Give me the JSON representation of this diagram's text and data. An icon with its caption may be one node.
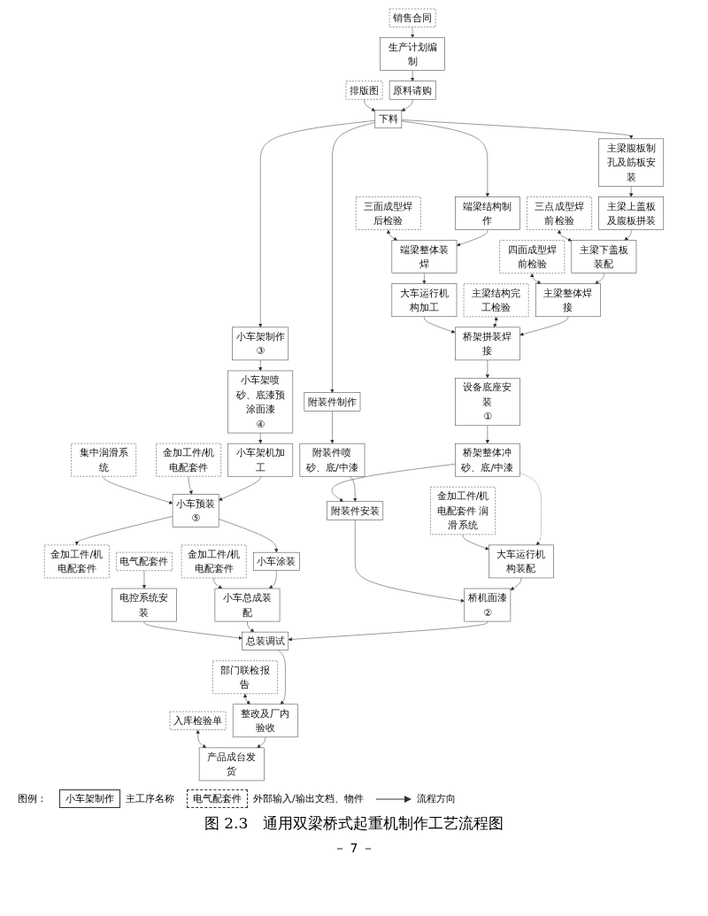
{
  "diagram": {
    "caption": "图 2.3　通用双梁桥式起重机制作工艺流程图",
    "nodes": [
      {
        "text": [
          "销售合同"
        ]
      },
      {
        "text": [
          "生产计划编制"
        ]
      },
      {
        "text": [
          "原料请购"
        ]
      },
      {
        "text": [
          "排版图"
        ]
      },
      {
        "text": [
          "下料"
        ]
      },
      {
        "text": [
          "主梁腹板制孔及筋板安装"
        ]
      },
      {
        "text": [
          "主梁上盖板及腹板拼装"
        ]
      },
      {
        "text": [
          "端梁结构制作"
        ]
      },
      {
        "text": [
          "三点成型焊前检验"
        ]
      },
      {
        "text": [
          "主梁下盖板装配"
        ]
      },
      {
        "text": [
          "三面成型焊后检验"
        ]
      },
      {
        "text": [
          "端梁整体装焊"
        ]
      },
      {
        "text": [
          "小车架制作",
          "③"
        ]
      },
      {
        "text": [
          "四面成型焊前检验"
        ]
      },
      {
        "text": [
          "主梁整体焊接"
        ]
      },
      {
        "text": [
          "大车运行机构加工"
        ]
      },
      {
        "text": [
          "小车架喷砂、底漆预涂面漆",
          "④"
        ]
      },
      {
        "text": [
          "主梁结构完工检验"
        ]
      },
      {
        "text": [
          "小车架机加工"
        ]
      },
      {
        "text": [
          "桥架拼装焊接"
        ]
      },
      {
        "text": [
          "金加工件/机电配套件"
        ]
      },
      {
        "text": [
          "集中润滑系统"
        ]
      },
      {
        "text": [
          "小车预装",
          "⑤"
        ]
      },
      {
        "text": [
          "附装件制作"
        ]
      },
      {
        "text": [
          "设备底座安装",
          "①"
        ]
      },
      {
        "text": [
          "金加工件/机电配套件 润滑系统"
        ]
      },
      {
        "text": [
          "金加工件/机电配套件"
        ]
      },
      {
        "text": [
          "小车涂装"
        ]
      },
      {
        "text": [
          "附装件喷砂、底/中漆"
        ]
      },
      {
        "text": [
          "桥架整体冲砂、底/中漆"
        ]
      },
      {
        "text": [
          "大车运行机构装配"
        ]
      },
      {
        "text": [
          "金加工件/机电配套件"
        ]
      },
      {
        "text": [
          "小车总成装配"
        ]
      },
      {
        "text": [
          "附装件安装"
        ]
      },
      {
        "text": [
          "电气配套件"
        ]
      },
      {
        "text": [
          "桥机面漆",
          "②"
        ]
      },
      {
        "text": [
          "电控系统安装"
        ]
      },
      {
        "text": [
          "总装调试"
        ]
      },
      {
        "text": [
          "部门联检报告"
        ]
      },
      {
        "text": [
          "整改及厂内验收"
        ]
      },
      {
        "text": [
          "入库检验单"
        ]
      },
      {
        "text": [
          "产品成台发货"
        ]
      }
    ],
    "edges": [
      {
        "from": 0,
        "to": 1,
        "arrow": "to"
      },
      {
        "from": 1,
        "to": 2,
        "arrow": "to"
      },
      {
        "from": 2,
        "to": 4,
        "arrow": "to"
      },
      {
        "from": 3,
        "to": 4,
        "arrow": "to"
      },
      {
        "from": 4,
        "to": 12,
        "arrow": "to"
      },
      {
        "from": 4,
        "to": 23,
        "arrow": "to"
      },
      {
        "from": 4,
        "to": 5,
        "arrow": "to"
      },
      {
        "from": 4,
        "to": 7,
        "arrow": "to"
      },
      {
        "from": 5,
        "to": 6,
        "arrow": "to"
      },
      {
        "from": 6,
        "to": 9,
        "arrow": "to"
      },
      {
        "from": 8,
        "to": 9,
        "arrow": "both"
      },
      {
        "from": 9,
        "to": 14,
        "arrow": "to"
      },
      {
        "from": 13,
        "to": 14,
        "arrow": "both"
      },
      {
        "from": 14,
        "to": 19,
        "arrow": "to"
      },
      {
        "from": 17,
        "to": 19,
        "arrow": "both"
      },
      {
        "from": 7,
        "to": 11,
        "arrow": "to"
      },
      {
        "from": 10,
        "to": 11,
        "arrow": "both"
      },
      {
        "from": 11,
        "to": 15,
        "arrow": "to"
      },
      {
        "from": 15,
        "to": 19,
        "arrow": "to"
      },
      {
        "from": 12,
        "to": 16,
        "arrow": "to"
      },
      {
        "from": 16,
        "to": 18,
        "arrow": "to"
      },
      {
        "from": 18,
        "to": 22,
        "arrow": "to"
      },
      {
        "from": 20,
        "to": 22,
        "arrow": "to"
      },
      {
        "from": 21,
        "to": 22,
        "arrow": "to"
      },
      {
        "from": 22,
        "to": 26,
        "arrow": "to"
      },
      {
        "from": 22,
        "to": 27,
        "arrow": "to"
      },
      {
        "from": 27,
        "to": 32,
        "arrow": "to"
      },
      {
        "from": 31,
        "to": 32,
        "arrow": "to"
      },
      {
        "from": 23,
        "to": 28,
        "arrow": "to"
      },
      {
        "from": 28,
        "to": 33,
        "arrow": "to"
      },
      {
        "from": 19,
        "to": 24,
        "arrow": "to"
      },
      {
        "from": 24,
        "to": 29,
        "arrow": "to"
      },
      {
        "from": 29,
        "to": 30,
        "arrow": "to",
        "style": "dashed"
      },
      {
        "from": 25,
        "to": 30,
        "arrow": "to"
      },
      {
        "from": 29,
        "to": 33,
        "arrow": "to"
      },
      {
        "from": 30,
        "to": 35,
        "arrow": "to"
      },
      {
        "from": 33,
        "to": 35,
        "arrow": "to"
      },
      {
        "from": 34,
        "to": 36,
        "arrow": "to"
      },
      {
        "from": 35,
        "to": 37,
        "arrow": "to"
      },
      {
        "from": 32,
        "to": 37,
        "arrow": "to"
      },
      {
        "from": 36,
        "to": 37,
        "arrow": "to"
      },
      {
        "from": 37,
        "to": 39,
        "arrow": "to"
      },
      {
        "from": 38,
        "to": 39,
        "arrow": "both"
      },
      {
        "from": 39,
        "to": 41,
        "arrow": "to"
      },
      {
        "from": 40,
        "to": 41,
        "arrow": "both"
      }
    ],
    "labels": [
      "图例：",
      "小车架制作",
      "电气配套件",
      "－ 7 －"
    ],
    "legend": [
      {
        "text": "主工序名称"
      },
      {
        "text": "外部输入/输出文档、物件"
      },
      {
        "text": "流程方向"
      }
    ]
  }
}
